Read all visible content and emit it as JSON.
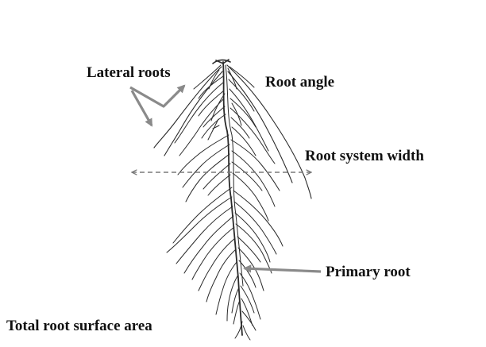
{
  "labels": {
    "lateral_roots": "Lateral roots",
    "root_angle": "Root angle",
    "root_system_width": "Root system width",
    "primary_root": "Primary root",
    "total_root_surface_area": "Total root surface area"
  },
  "colors": {
    "background": "#ffffff",
    "root_stroke": "#2a2a2a",
    "arrow": "#8a8a8a",
    "width_line": "#7a7a7a",
    "text": "#111111"
  }
}
